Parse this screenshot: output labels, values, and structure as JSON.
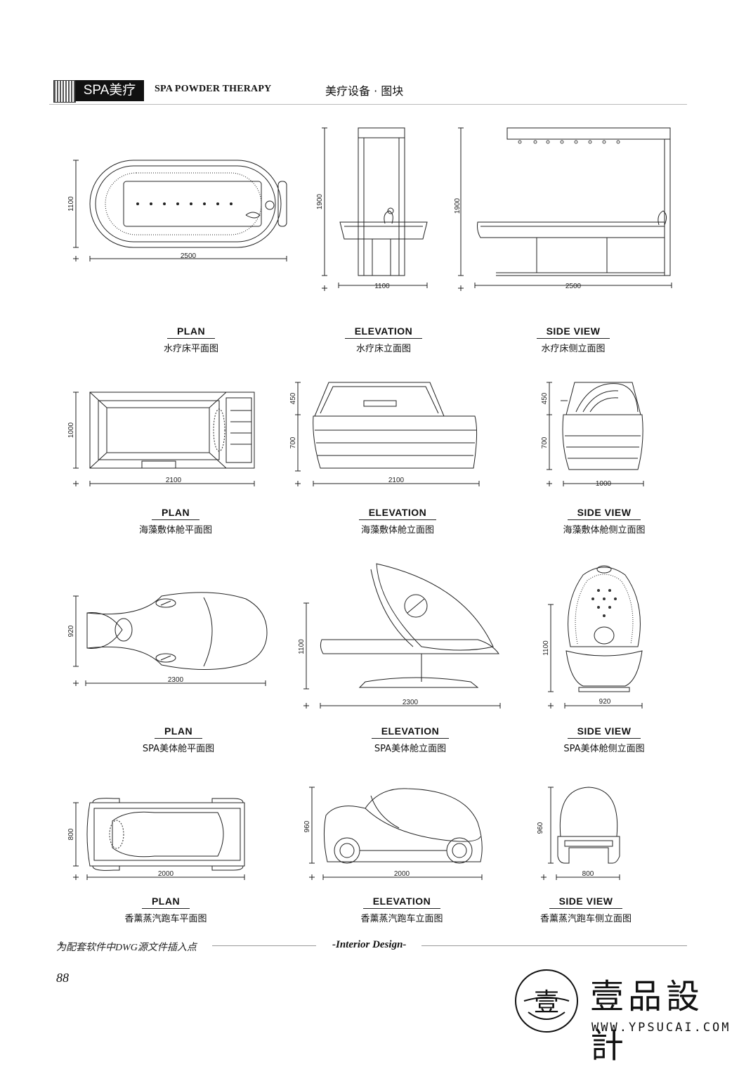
{
  "header": {
    "badge": "SPA美疗",
    "title_en": "SPA POWDER THERAPY",
    "title_cn": "美疗设备 · 图块"
  },
  "rows": [
    {
      "dims": {
        "plan_h": "1100",
        "plan_w": "2500",
        "elev_h": "1900",
        "elev_w": "1100",
        "side_h": "1900",
        "side_w": "2500"
      },
      "captions": [
        {
          "en": "PLAN",
          "cn": "水疗床平面图"
        },
        {
          "en": "ELEVATION",
          "cn": "水疗床立面图"
        },
        {
          "en": "SIDE VIEW",
          "cn": "水疗床侧立面图"
        }
      ]
    },
    {
      "dims": {
        "plan_h": "1000",
        "plan_w": "2100",
        "elev_h1": "450",
        "elev_h2": "700",
        "elev_w": "2100",
        "side_h1": "450",
        "side_h2": "700",
        "side_w": "1000"
      },
      "captions": [
        {
          "en": "PLAN",
          "cn": "海藻敷体舱平面图"
        },
        {
          "en": "ELEVATION",
          "cn": "海藻敷体舱立面图"
        },
        {
          "en": "SIDE VIEW",
          "cn": "海藻敷体舱侧立面图"
        }
      ]
    },
    {
      "dims": {
        "plan_h": "920",
        "plan_w": "2300",
        "elev_h": "1100",
        "elev_w": "2300",
        "side_h": "1100",
        "side_w": "920"
      },
      "captions": [
        {
          "en": "PLAN",
          "cn": "SPA美体舱平面图"
        },
        {
          "en": "ELEVATION",
          "cn": "SPA美体舱立面图"
        },
        {
          "en": "SIDE VIEW",
          "cn": "SPA美体舱侧立面图"
        }
      ]
    },
    {
      "dims": {
        "plan_h": "800",
        "plan_w": "2000",
        "elev_h": "960",
        "elev_w": "2000",
        "side_h": "960",
        "side_w": "800"
      },
      "captions": [
        {
          "en": "PLAN",
          "cn": "香薰蒸汽跑车平面图"
        },
        {
          "en": "ELEVATION",
          "cn": "香薰蒸汽跑车立面图"
        },
        {
          "en": "SIDE VIEW",
          "cn": "香薰蒸汽跑车侧立面图"
        }
      ]
    }
  ],
  "footer": {
    "note": "为配套软件中DWG源文件插入点",
    "center": "-Interior Design-",
    "page": "88",
    "brand_cn": "壹品設計",
    "brand_url": "WWW.YPSUCAI.COM",
    "seal_char": "壹"
  }
}
